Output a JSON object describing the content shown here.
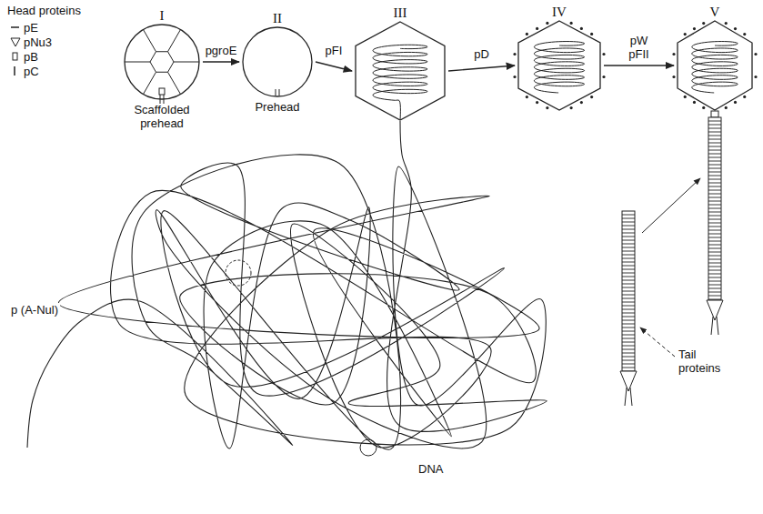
{
  "diagram": {
    "nodes": [
      {
        "text": [
          "I",
          "Scaffolded prehead"
        ]
      },
      {
        "text": [
          "II",
          "Prehead"
        ]
      },
      {
        "text": [
          "III"
        ]
      },
      {
        "text": [
          "IV"
        ]
      },
      {
        "text": [
          "V"
        ]
      }
    ],
    "edges": [
      {
        "from": 0,
        "to": 1,
        "arrow": "to",
        "label": "pgroE"
      },
      {
        "from": 1,
        "to": 2,
        "arrow": "to",
        "label": "pFI"
      },
      {
        "from": 2,
        "to": 3,
        "arrow": "to",
        "label": "pD"
      },
      {
        "from": 3,
        "to": 4,
        "arrow": "to",
        "label": "pW pFII"
      }
    ],
    "labels": [
      "Head proteins",
      "p (A-Nul)",
      "DNA",
      "Tail proteins"
    ],
    "legend": [
      {
        "text": "pE"
      },
      {
        "text": "pNu3"
      },
      {
        "text": "pB"
      },
      {
        "text": "pC"
      }
    ]
  }
}
